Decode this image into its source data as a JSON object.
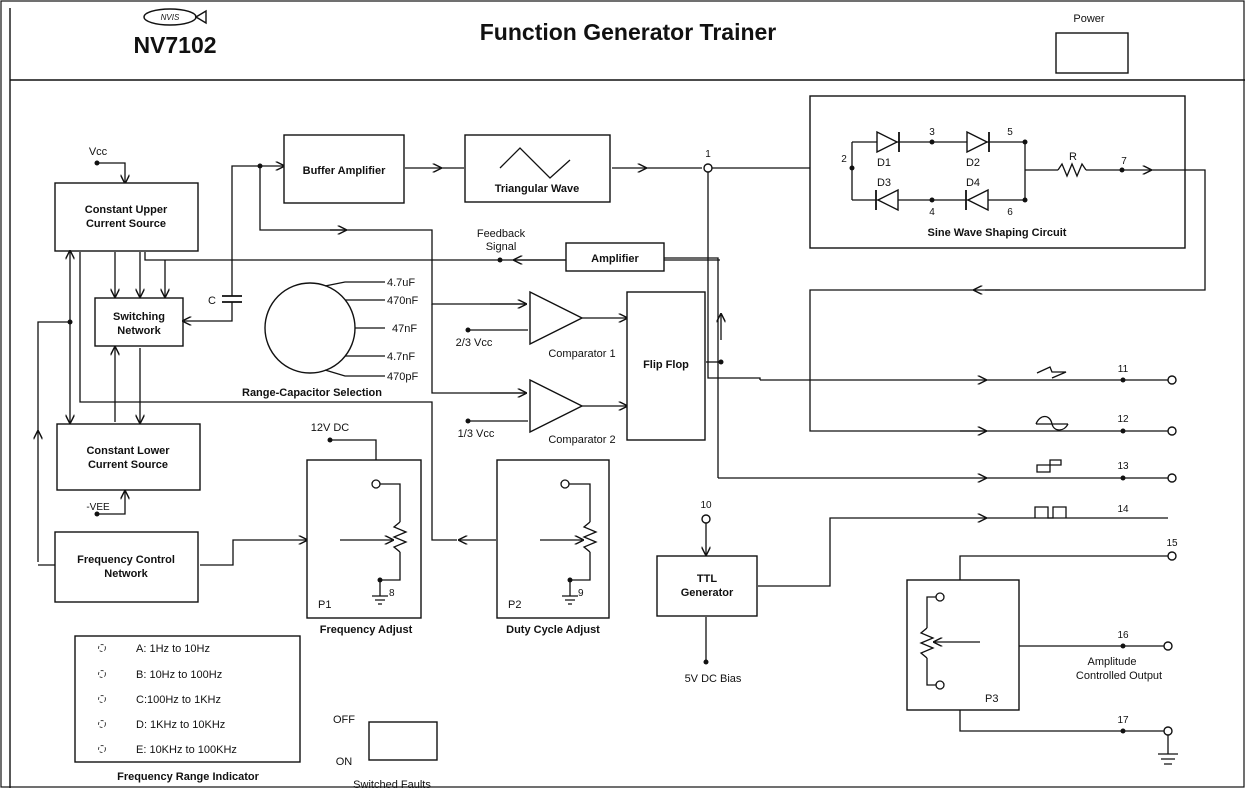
{
  "header": {
    "logo_text": "NVIS",
    "model": "NV7102",
    "title": "Function Generator Trainer",
    "power_label": "Power"
  },
  "blocks": {
    "vcc": "Vcc",
    "upper_1": "Constant Upper",
    "upper_2": "Current Source",
    "switching_1": "Switching",
    "switching_2": "Network",
    "lower_1": "Constant Lower",
    "lower_2": "Current Source",
    "vee": "-VEE",
    "freq_ctrl_1": "Frequency Control",
    "freq_ctrl_2": "Network",
    "cap_c": "C",
    "buffer": "Buffer Amplifier",
    "triangular": "Triangular Wave",
    "feedback_1": "Feedback",
    "feedback_2": "Signal",
    "amplifier": "Amplifier",
    "range_caps": [
      "4.7uF",
      "470nF",
      "47nF",
      "4.7nF",
      "470pF"
    ],
    "range_label": "Range-Capacitor Selection",
    "v23": "2/3 Vcc",
    "v13": "1/3 Vcc",
    "comp1": "Comparator 1",
    "comp2": "Comparator 2",
    "flipflop": "Flip Flop",
    "v12dc": "12V DC",
    "p1": "P1",
    "p1_pin": "8",
    "freq_adjust": "Frequency Adjust",
    "p2": "P2",
    "p2_pin": "9",
    "duty_adjust": "Duty Cycle Adjust",
    "ttl_1": "TTL",
    "ttl_2": "Generator",
    "dc_bias": "5V DC Bias",
    "sine_label": "Sine Wave Shaping Circuit",
    "d1": "D1",
    "d2": "D2",
    "d3": "D3",
    "d4": "D4",
    "r": "R",
    "p3": "P3",
    "amp_out_1": "Amplitude",
    "amp_out_2": "Controlled Output"
  },
  "nodes": [
    "1",
    "2",
    "3",
    "4",
    "5",
    "6",
    "7",
    "10",
    "11",
    "12",
    "13",
    "14",
    "15",
    "16",
    "17"
  ],
  "range_indicator": {
    "items": [
      "A: 1Hz to 10Hz",
      "B: 10Hz to 100Hz",
      "C:100Hz to 1KHz",
      "D: 1KHz to 10KHz",
      "E: 10KHz to 100KHz"
    ],
    "label": "Frequency Range Indicator"
  },
  "faults": {
    "off": "OFF",
    "on": "ON",
    "label": "Switched Faults"
  }
}
